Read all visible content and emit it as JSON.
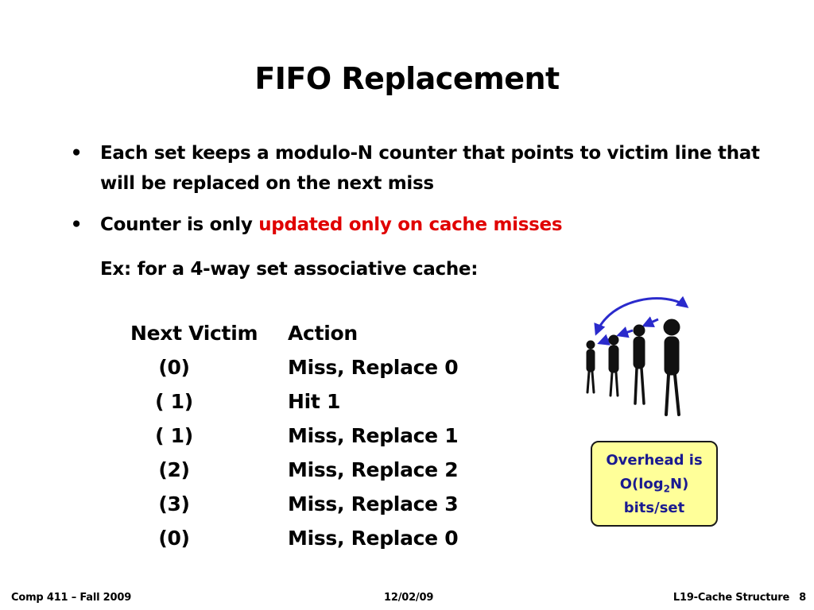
{
  "slide": {
    "title": "FIFO Replacement",
    "bullets": [
      {
        "text": "Each set keeps a modulo-N counter that points to victim line that will be replaced on the next miss"
      },
      {
        "text_before": "Counter is only ",
        "highlight": "updated only on cache misses"
      }
    ],
    "bullet_glyph": "•",
    "example": "Ex: for a 4-way set associative cache:",
    "table": {
      "headers": [
        "Next Victim",
        "Action"
      ],
      "rows": [
        [
          "(0)",
          "Miss, Replace 0"
        ],
        [
          "( 1)",
          "Hit 1"
        ],
        [
          "( 1)",
          "Miss, Replace 1"
        ],
        [
          "(2)",
          "Miss, Replace 2"
        ],
        [
          "(3)",
          "Miss, Replace 3"
        ],
        [
          "(0)",
          "Miss, Replace 0"
        ]
      ]
    },
    "overhead": {
      "line1": "Overhead is",
      "line2_prefix": "O(log",
      "line2_sub": "2",
      "line2_suffix": "N)",
      "line3": "bits/set"
    },
    "illustration_icon": "queue-of-people-icon"
  },
  "footer": {
    "left": "Comp 411 – Fall 2009",
    "center": "12/02/09",
    "right": "L19-Cache Structure",
    "page": "8"
  },
  "colors": {
    "highlight": "#e00000",
    "box_fill": "#ffff99",
    "box_text": "#1a1a90",
    "arrow": "#2a2acc"
  }
}
